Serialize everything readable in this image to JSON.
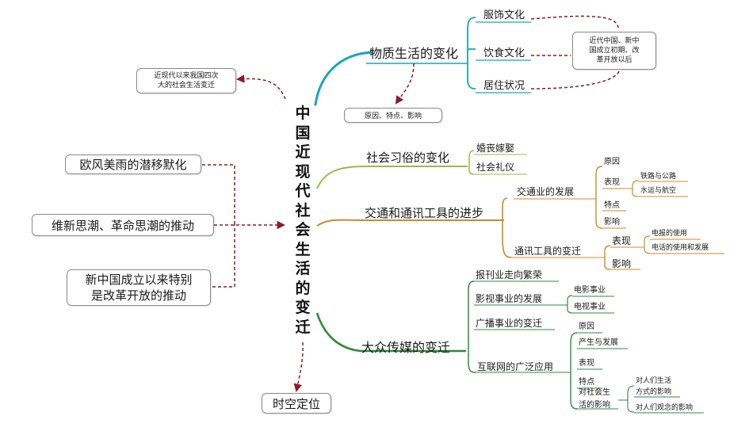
{
  "center": {
    "chars": [
      "中",
      "国",
      "近",
      "现",
      "代",
      "社",
      "会",
      "生",
      "活",
      "的",
      "变",
      "迁"
    ]
  },
  "left": {
    "intro_lines": [
      "近现代以来我国四次",
      "大的社会生活变迁"
    ],
    "cause_1": "欧风美雨的潜移默化",
    "cause_2": "维新思潮、革命思潮的推动",
    "cause_3_lines": [
      "新中国成立以来特别",
      "是改革开放的推动"
    ],
    "time_position": "时空定位"
  },
  "material": {
    "title": "物质生活的变化",
    "items": [
      "服饰文化",
      "饮食文化",
      "居住状况"
    ],
    "period_lines": [
      "近代中国、新中",
      "国成立初期、改",
      "革开放以后"
    ],
    "factors": "原因、特点、影响"
  },
  "customs": {
    "title": "社会习俗的变化",
    "items": [
      "婚丧嫁娶",
      "社会礼仪"
    ]
  },
  "transport": {
    "title": "交通和通讯工具的进步",
    "traffic": {
      "label": "交通业的发展",
      "items": [
        "原因",
        "表现",
        "特点",
        "影响"
      ],
      "manifest": [
        "铁路与公路",
        "水运与航空"
      ]
    },
    "comm": {
      "label": "通讯工具的变迁",
      "items": [
        "表现",
        "影响"
      ],
      "manifest": [
        "电报的使用",
        "电话的使用和发展"
      ]
    }
  },
  "media": {
    "title": "大众传媒的变迁",
    "items": [
      "报刊业走向繁荣",
      "影视事业的发展",
      "广播事业的变迁",
      "互联网的广泛应用"
    ],
    "film_tv": [
      "电影事业",
      "电视事业"
    ],
    "internet": [
      "原因",
      "产生与发展",
      "表现",
      "特点"
    ],
    "society_effect_lines": [
      "对社会生",
      "活的影响"
    ],
    "effects": [
      "对人们生活方式的影响",
      "对人们观念的影响"
    ],
    "effect_1_lines": [
      "对人们生活",
      "方式的影响"
    ]
  },
  "colors": {
    "dashed_red": "#8b1c24",
    "teal": "#19a6b5",
    "green": "#9aba48",
    "orange": "#cc8a2c",
    "dark_green": "#2e8b3e"
  }
}
